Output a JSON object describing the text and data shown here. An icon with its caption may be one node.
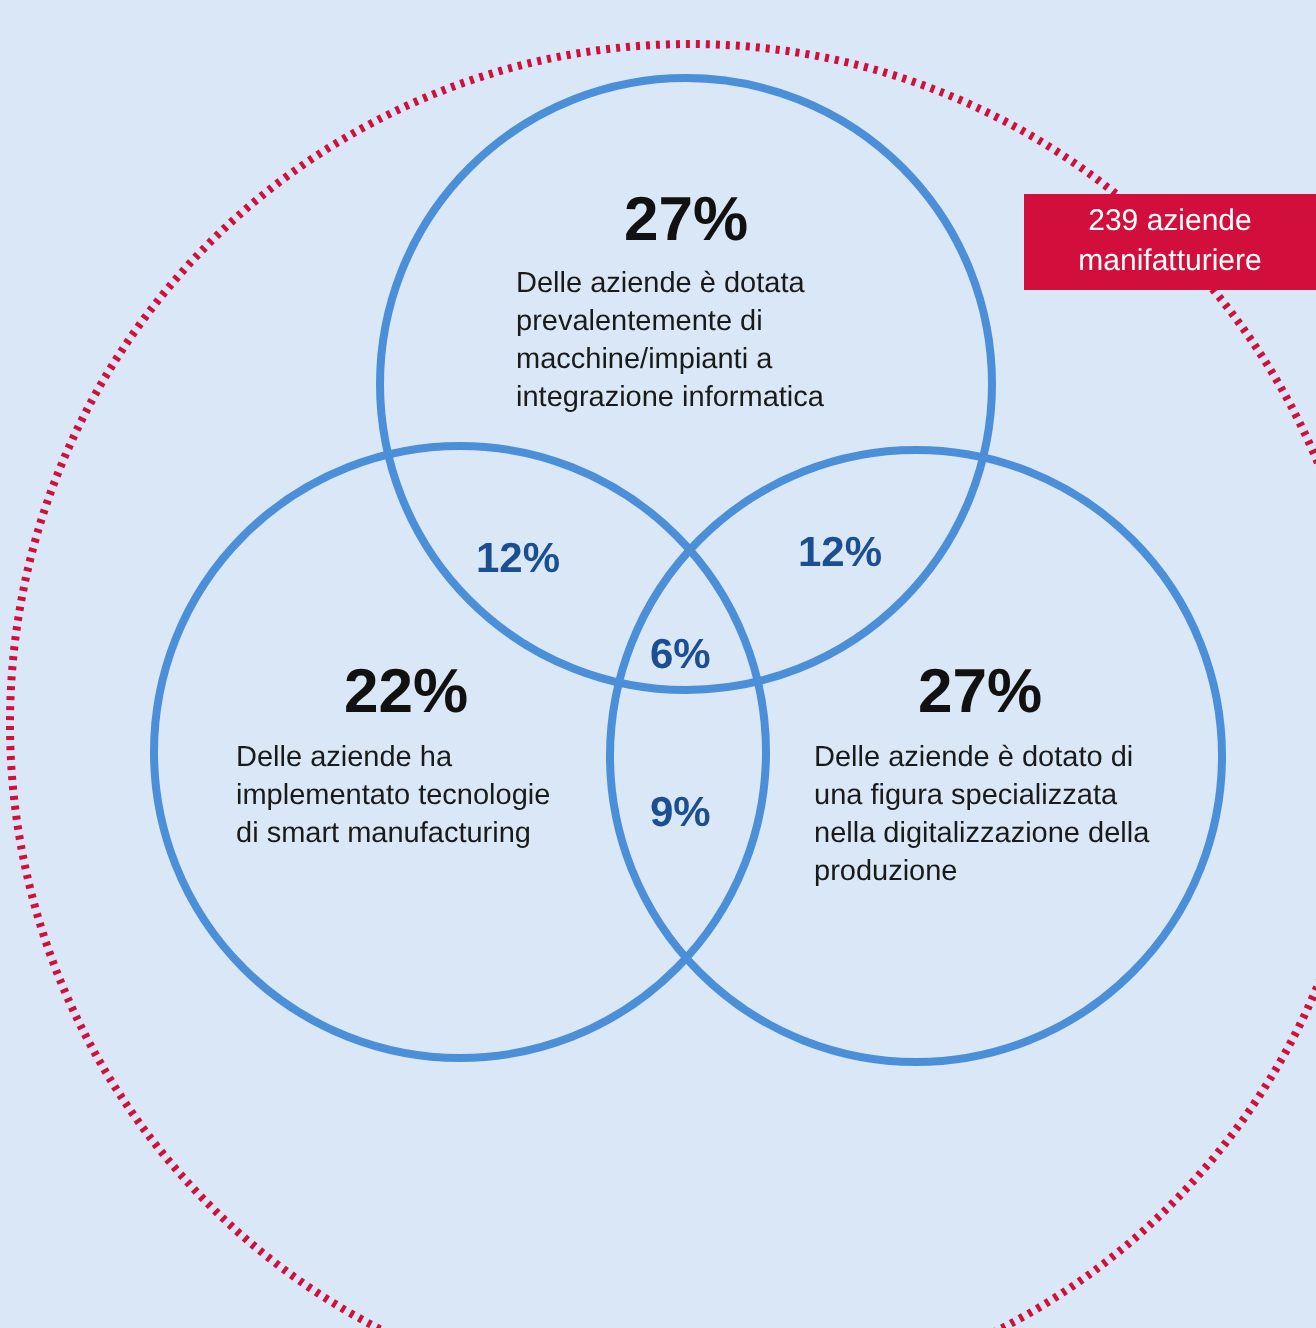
{
  "diagram": {
    "nodes": [
      {
        "text": [
          "239 aziende manifatturiere"
        ]
      },
      {
        "text": [
          "27%",
          "Delle aziende è dotata prevalentemente di macchine/impianti a integrazione informatica"
        ],
        "in": 0
      },
      {
        "text": [
          "22%",
          "Delle aziende ha implementato tecnologie di smart manufacturing"
        ],
        "in": 0
      },
      {
        "text": [
          "27%",
          "Delle aziende è dotato di una figura specializzata nella digitalizzazione della produzione"
        ],
        "in": 0
      }
    ],
    "edges": [],
    "labels": [
      "12%",
      "12%",
      "6%",
      "9%"
    ]
  }
}
